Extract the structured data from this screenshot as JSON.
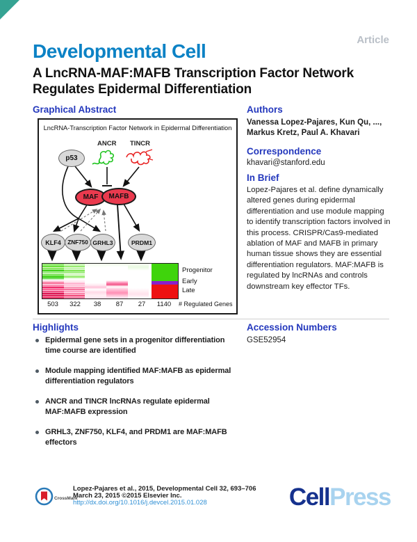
{
  "page": {
    "article_label": "Article",
    "journal": "Developmental Cell",
    "title": "A LncRNA-MAF:MAFB Transcription Factor Network Regulates Epidermal Differentiation"
  },
  "sections": {
    "graphical_abstract": {
      "heading": "Graphical Abstract",
      "figure": {
        "title": "LncRNA-Transcription Factor Network in Epidermal Differentiation",
        "nodes": {
          "p53": "p53",
          "ancr": "ANCR",
          "tincr": "TINCR",
          "maf": "MAF",
          "mafb": "MAFB",
          "klf4": "KLF4",
          "znf750": "ZNF750",
          "grhl3": "GRHL3",
          "prdm1": "PRDM1"
        },
        "heatmap": {
          "gene_counts": [
            "503",
            "322",
            "38",
            "87",
            "27",
            "1140"
          ],
          "counts_label": "# Regulated Genes",
          "legend": [
            "Progenitor",
            "Early",
            "Late"
          ],
          "legend_colors": {
            "progenitor": "#3fd40c",
            "early": "#8820cc",
            "late": "#ee1111"
          }
        }
      }
    },
    "authors": {
      "heading": "Authors",
      "lines": [
        "Vanessa Lopez-Pajares, Kun Qu, ...,",
        "Markus Kretz, Paul A. Khavari"
      ]
    },
    "correspondence": {
      "heading": "Correspondence",
      "email": "khavari@stanford.edu"
    },
    "in_brief": {
      "heading": "In Brief",
      "text": "Lopez-Pajares et al. define dynamically altered genes during epidermal differentiation and use module mapping to identify transcription factors involved in this process. CRISPR/Cas9-mediated ablation of MAF and MAFB in primary human tissue shows they are essential differentiation regulators. MAF:MAFB is regulated by lncRNAs and controls downstream key effector TFs."
    },
    "highlights": {
      "heading": "Highlights",
      "items": [
        "Epidermal gene sets in a progenitor differentiation time course are identified",
        "Module mapping identified MAF:MAFB as epidermal differentiation regulators",
        "ANCR and TINCR lncRNAs regulate epidermal MAF:MAFB expression",
        "GRHL3, ZNF750, KLF4, and PRDM1 are MAF:MAFB effectors"
      ]
    },
    "accession": {
      "heading": "Accession Numbers",
      "value": "GSE52954"
    }
  },
  "footer": {
    "citation_line1": "Lopez-Pajares et al., 2015, Developmental Cell 32, 693–706",
    "citation_line2": "March 23, 2015 ©2015 Elsevier Inc.",
    "doi": "http://dx.doi.org/10.1016/j.devcel.2015.01.028",
    "crossmark_label": "CrossMark",
    "logo_part1": "Cell",
    "logo_part2": "Press"
  },
  "colors": {
    "journal_blue": "#0c82c5",
    "heading_blue": "#2438bd",
    "article_label_gray": "#b9bfc7",
    "corner_teal": "#35a393",
    "link_blue": "#2f8fd4",
    "maf_node_red": "#ea3a4e",
    "node_gray": "#d9d9d9",
    "cellpress_dark": "#15318d",
    "cellpress_light": "#a8d3ef"
  }
}
